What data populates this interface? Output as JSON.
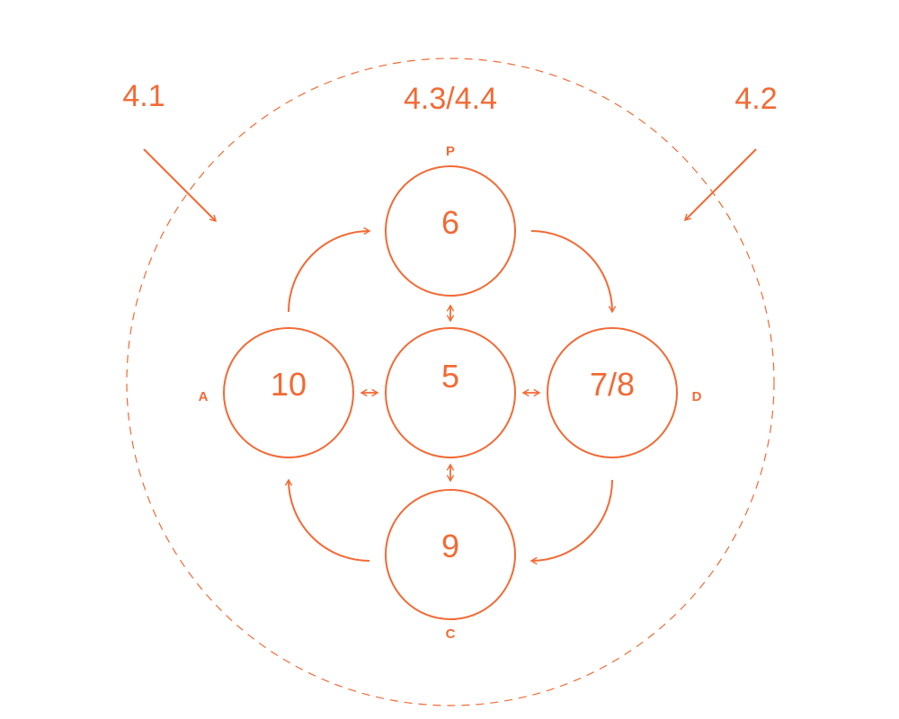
{
  "colors": {
    "accent": "#f26a35",
    "background": "#ffffff"
  },
  "section_labels": {
    "left": "4.1",
    "center": "4.3/4.4",
    "right": "4.2"
  },
  "nodes": {
    "top": "6",
    "center": "5",
    "left": "10",
    "right": "7/8",
    "bottom": "9"
  },
  "axis_letters": {
    "top": "P",
    "left": "A",
    "right": "D",
    "bottom": "C"
  }
}
